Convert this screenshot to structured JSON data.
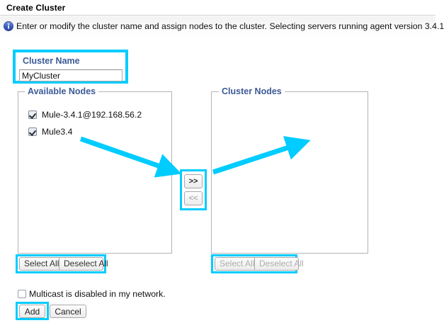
{
  "window": {
    "title": "Create Cluster"
  },
  "info": {
    "icon": "info-icon",
    "message": "Enter or modify the cluster name and assign nodes to the cluster. Selecting servers running agent version 3.4.1"
  },
  "cluster_name": {
    "label": "Cluster Name",
    "value": "MyCluster",
    "placeholder": ""
  },
  "available_nodes": {
    "legend": "Available Nodes",
    "nodes": [
      {
        "label": "Mule-3.4.1@192.168.56.2",
        "checked": true
      },
      {
        "label": "Mule3.4",
        "checked": true
      }
    ],
    "select_all_label": "Select All",
    "deselect_all_label": "Deselect All",
    "buttons_enabled": true
  },
  "cluster_nodes": {
    "legend": "Cluster Nodes",
    "nodes": [],
    "select_all_label": "Select All",
    "deselect_all_label": "Deselect All",
    "buttons_enabled": false
  },
  "transfer": {
    "add_label": ">>",
    "remove_label": "<<",
    "add_enabled": true,
    "remove_enabled": false
  },
  "multicast": {
    "label": "Multicast is disabled in my network.",
    "checked": false
  },
  "footer": {
    "add_label": "Add",
    "cancel_label": "Cancel"
  },
  "annotations": {
    "highlight_color": "#00ccff",
    "arrow_color": "#00ccff",
    "highlighted_elements": [
      "cluster-name-field",
      "available-nodes-buttons",
      "transfer-buttons",
      "cluster-nodes-buttons",
      "add-button"
    ],
    "arrows": [
      {
        "name": "arrow-nodes-to-transfer",
        "from": [
          115,
          196
        ],
        "to": [
          243,
          240
        ]
      },
      {
        "name": "arrow-transfer-to-cluster",
        "from": [
          300,
          241
        ],
        "to": [
          425,
          202
        ]
      }
    ]
  },
  "colors": {
    "legend_blue": "#3c5a96",
    "highlight_cyan": "#00ccff",
    "panel_border": "#b4b4b4"
  }
}
